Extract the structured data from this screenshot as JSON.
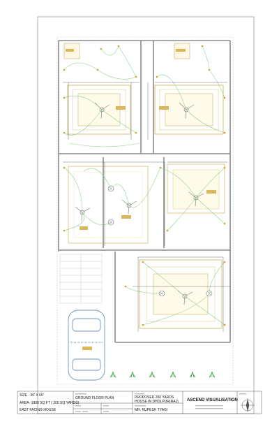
{
  "title_block": {
    "size": "SIZE - 30' X 60'",
    "area": "AREA- 1800 SQ.FT ( 200 SQ.YARDS)",
    "facing": "EAST FACING HOUSE",
    "drawing_title": "GROUND FLOOR PLAN",
    "project": "PROPOSED 200 YARDS HOUSE IN DHOLPUR(RAJ)",
    "client": "MR. RUPESH TYAGI",
    "firm": "ASCEND VISUALISATION"
  }
}
